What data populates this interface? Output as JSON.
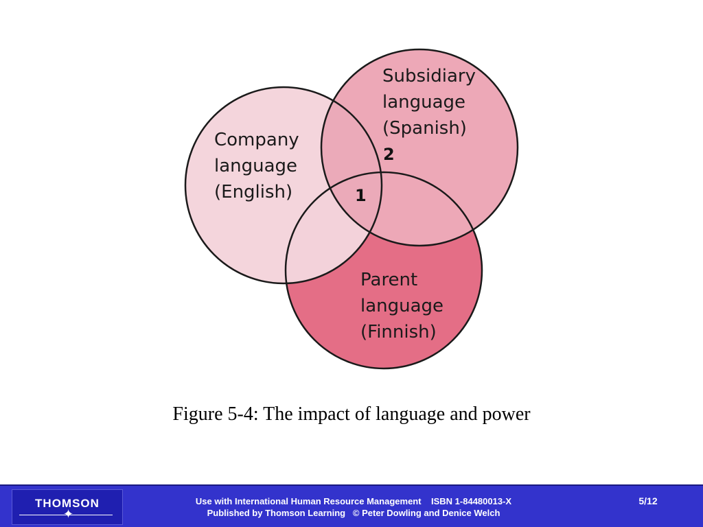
{
  "diagram": {
    "circles": {
      "company": {
        "lines": [
          "Company",
          "language",
          "(English)"
        ],
        "fill": "#f4d5dc"
      },
      "subsidiary": {
        "lines": [
          "Subsidiary",
          "language",
          "(Spanish)"
        ],
        "fill": "#eda8b7"
      },
      "parent": {
        "lines": [
          "Parent",
          "language",
          "(Finnish)"
        ],
        "fill": "#e46e86"
      }
    },
    "overlap_fill": "#ebaab9",
    "outline_color": "#1a1a1a",
    "regions": {
      "center": "1",
      "company_subsidiary": "2"
    }
  },
  "caption": "Figure 5-4: The impact of language and power",
  "footer": {
    "logo_text": "THOMSON",
    "line1": "Use with International Human Resource Management    ISBN 1-84480013-X",
    "line2": "Published by Thomson Learning   © Peter Dowling and Denice Welch",
    "page": "5/12",
    "bar_color": "#3333cc"
  }
}
